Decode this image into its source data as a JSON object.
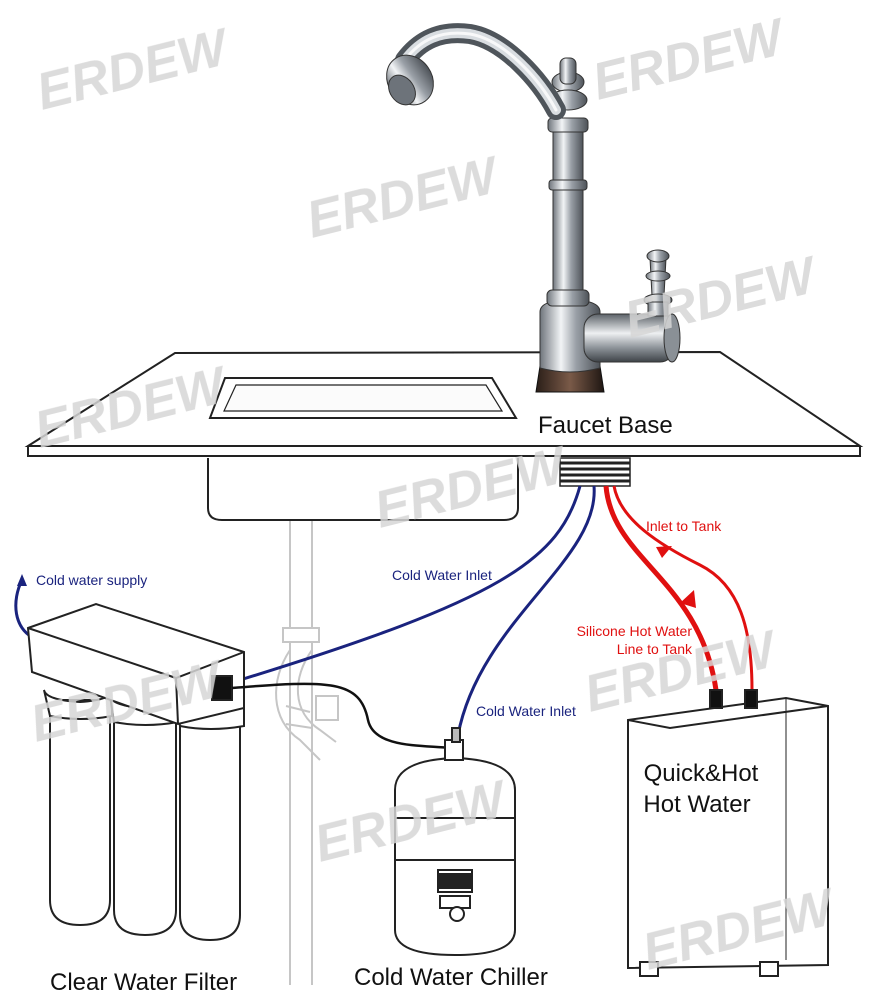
{
  "watermark": "ERDEW",
  "labels": {
    "faucet_base": "Faucet Base",
    "cold_water_supply": "Cold water supply",
    "cold_water_inlet_top": "Cold Water Inlet",
    "cold_water_inlet_bottom": "Cold Water Inlet",
    "inlet_to_tank": "Inlet to Tank",
    "silicone_line_1": "Silicone Hot Water",
    "silicone_line_2": "Line to Tank",
    "tank_line_1": "Quick&Hot",
    "tank_line_2": "Hot Water",
    "clear_water_filter": "Clear Water Filter",
    "cold_water_chiller": "Cold Water Chiller"
  },
  "colors": {
    "cold_line": "#1a237e",
    "hot_line": "#e01010",
    "outline": "#222222",
    "chrome": "#b8bcc2",
    "watermark": "#d6d6d6",
    "drain": "#c8c8c8"
  }
}
